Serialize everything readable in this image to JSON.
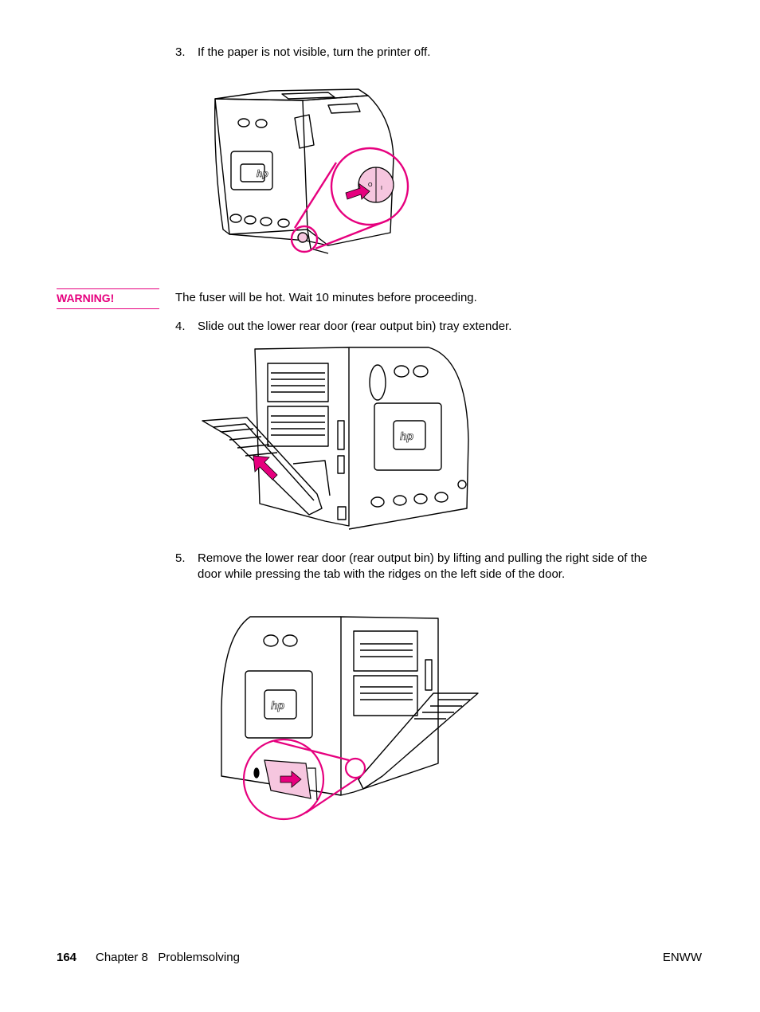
{
  "steps": [
    {
      "num": "3.",
      "text": "If the paper is not visible, turn the printer off."
    },
    {
      "num": "4.",
      "text": "Slide out the lower rear door (rear output bin) tray extender."
    },
    {
      "num": "5.",
      "lines": [
        "Remove the lower rear door (rear output bin) by lifting and pulling the right side of the",
        "door while pressing the tab with the ridges on the left side of the door."
      ]
    }
  ],
  "warning": {
    "label": "WARNING!",
    "text": "The fuser will be hot. Wait 10 minutes before proceeding."
  },
  "footer": {
    "page": "164",
    "chapter": "Chapter 8   Problemsolving",
    "right": "ENWW"
  },
  "colors": {
    "accent": "#e6007e",
    "pink_fill": "#f6c6df",
    "line": "#000000"
  },
  "illustrations": [
    {
      "name": "printer-front-power-switch",
      "switch_marks": [
        "O",
        "I"
      ]
    },
    {
      "name": "printer-rear-tray-extender"
    },
    {
      "name": "printer-rear-door-removal"
    }
  ]
}
